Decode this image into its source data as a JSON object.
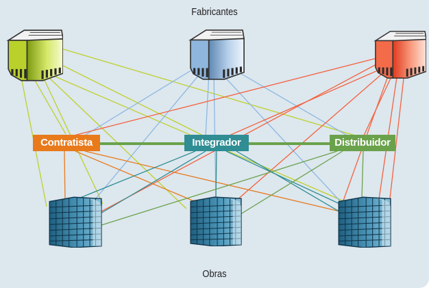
{
  "labels": {
    "top": "Fabricantes",
    "bottom": "Obras"
  },
  "roles": {
    "contratista": "Contratista",
    "integrador": "Integrador",
    "distribuidor": "Distribuidor"
  },
  "colors": {
    "background": "#dde7ee",
    "manufacturer_green": "#b9d12a",
    "manufacturer_blue": "#8fb6dc",
    "manufacturer_red": "#f46b4a",
    "contratista": "#e87a1c",
    "integrador": "#2f8d93",
    "distribuidor": "#6aa24b",
    "building": "#3d86a8"
  },
  "icons": {
    "manufacturers": [
      "factory-icon",
      "factory-icon",
      "factory-icon"
    ],
    "works": [
      "building-icon",
      "building-icon",
      "building-icon"
    ]
  }
}
